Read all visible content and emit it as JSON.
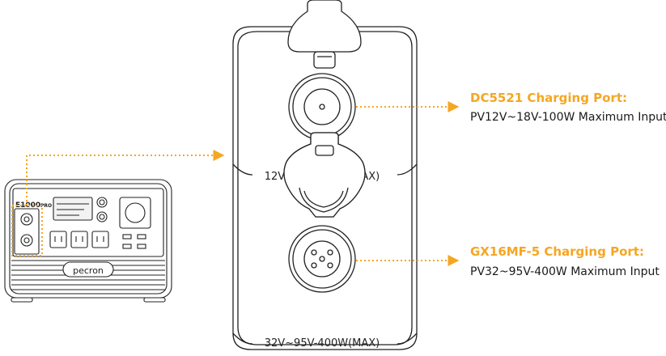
{
  "colors": {
    "accent": "#f5a623",
    "line": "#222222"
  },
  "device": {
    "model": "E1000",
    "model_suffix": "PRO",
    "brand": "pecron"
  },
  "panel": {
    "label_12v": "12V~18V-100W(MAX)",
    "label_32v": "32V~95V-400W(MAX)"
  },
  "callouts": [
    {
      "title": "DC5521 Charging Port:",
      "desc": "PV12V~18V-100W Maximum Input",
      "icon": "dc-barrel-port-icon"
    },
    {
      "title": "GX16MF-5 Charging Port:",
      "desc": "PV32~95V-400W Maximum Input",
      "icon": "gx16-five-pin-port-icon"
    }
  ]
}
